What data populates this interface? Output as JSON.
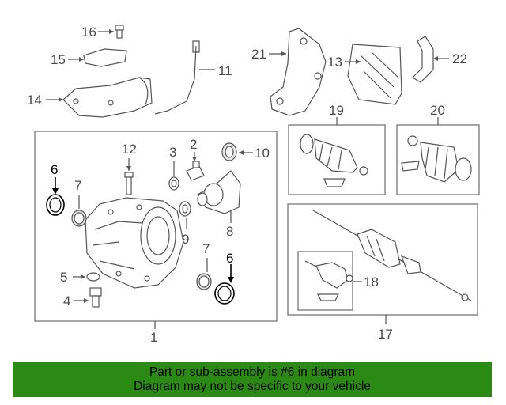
{
  "callouts": {
    "c1": "1",
    "c2": "2",
    "c3": "3",
    "c4": "4",
    "c5": "5",
    "c6a": "6",
    "c6b": "6",
    "c7a": "7",
    "c7b": "7",
    "c8": "8",
    "c9": "9",
    "c10": "10",
    "c11": "11",
    "c12": "12",
    "c13": "13",
    "c14": "14",
    "c15": "15",
    "c16": "16",
    "c17": "17",
    "c18": "18",
    "c19": "19",
    "c20": "20",
    "c21": "21",
    "c22": "22"
  },
  "footer": {
    "line1": "Part or sub-assembly is #6 in diagram",
    "line2": "Diagram may not be specific to your vehicle"
  },
  "colors": {
    "footer_bg": "#2a8a14",
    "highlight": "#000000",
    "line": "#555555"
  }
}
